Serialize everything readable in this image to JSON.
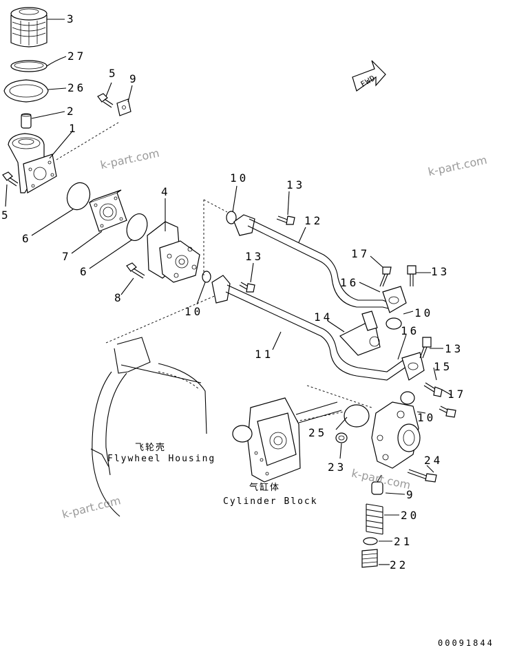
{
  "callouts": {
    "c1": "1",
    "c2": "2",
    "c3": "3",
    "c4": "4",
    "c5a": "5",
    "c5b": "5",
    "c6a": "6",
    "c6b": "6",
    "c7": "7",
    "c8": "8",
    "c9a": "9",
    "c9b": "9",
    "c10a": "10",
    "c10b": "10",
    "c10c": "10",
    "c10d": "10",
    "c11": "11",
    "c12": "12",
    "c13a": "13",
    "c13b": "13",
    "c13c": "13",
    "c13d": "13",
    "c14": "14",
    "c15": "15",
    "c16a": "16",
    "c16b": "16",
    "c17a": "17",
    "c17b": "17",
    "c20": "20",
    "c21": "21",
    "c22": "22",
    "c23": "23",
    "c24": "24",
    "c25": "25",
    "c26": "26",
    "c27": "27"
  },
  "labels": {
    "flywheel_cn": "飞轮壳",
    "flywheel_en": "Flywheel Housing",
    "cylinder_cn": "气缸体",
    "cylinder_en": "Cylinder Block",
    "fwd": "FWD"
  },
  "watermarks": [
    "k-part.com",
    "k-part.com",
    "k-part.com",
    "k-part.com"
  ],
  "drawing_code": "00091844"
}
